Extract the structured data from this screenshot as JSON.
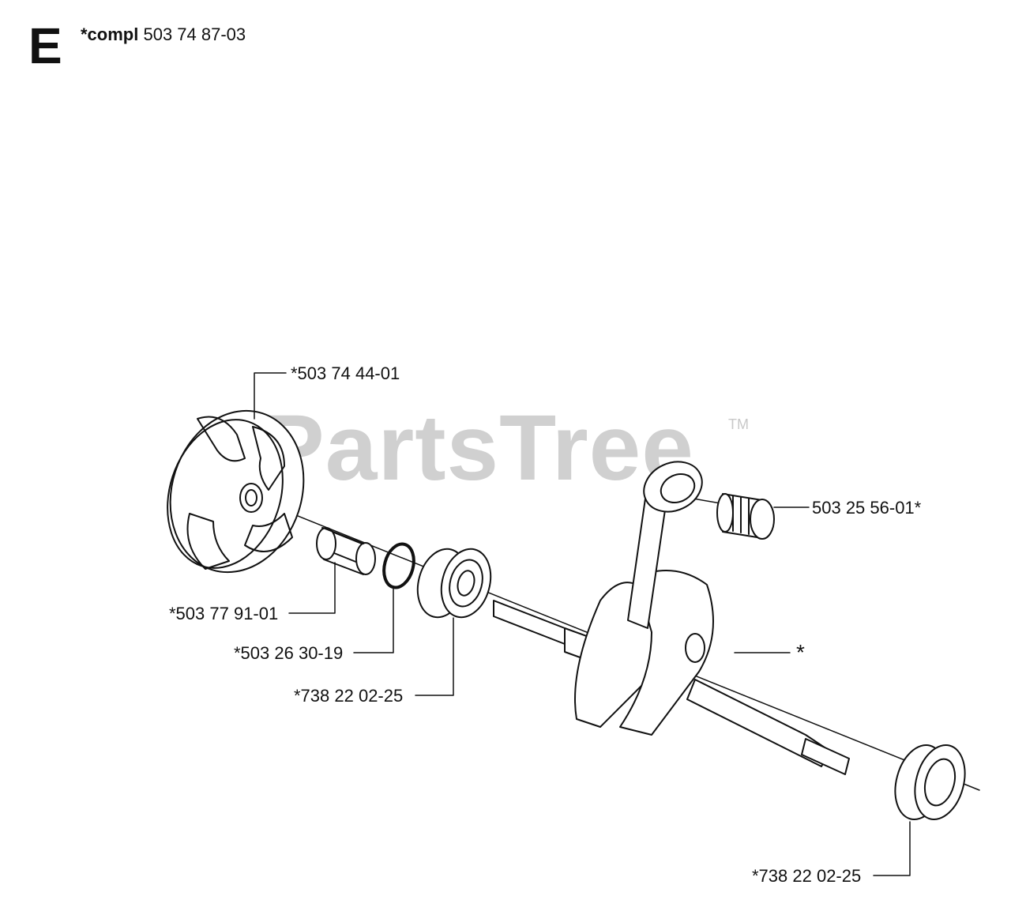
{
  "header": {
    "section_letter": "E",
    "assembly_prefix": "*compl",
    "assembly_number": "503 74 87-03"
  },
  "watermark": {
    "brand": "PartsTree",
    "trademark": "TM"
  },
  "parts": [
    {
      "id": "clutch",
      "label": "*503 74 44-01"
    },
    {
      "id": "needle-bearing",
      "label": "503 25 56-01*"
    },
    {
      "id": "bushing",
      "label": "*503 77 91-01"
    },
    {
      "id": "o-ring",
      "label": "*503 26 30-19"
    },
    {
      "id": "ball-bearing-left",
      "label": "*738 22 02-25"
    },
    {
      "id": "crankshaft",
      "label": "*"
    },
    {
      "id": "ball-bearing-right",
      "label": "*738 22 02-25"
    }
  ],
  "colors": {
    "line": "#111111",
    "fill": "#ffffff",
    "watermark": "#d0d0d0"
  }
}
